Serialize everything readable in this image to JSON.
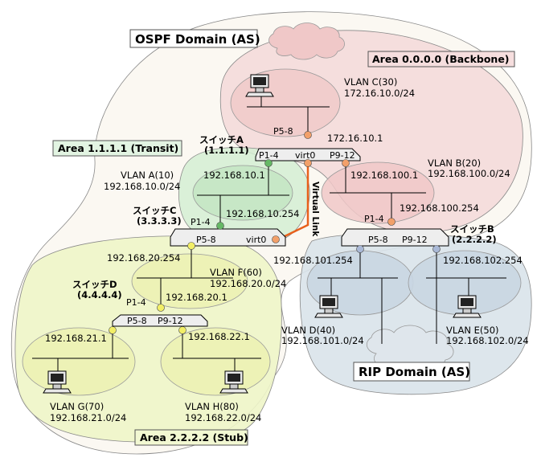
{
  "domains": {
    "ospf": "OSPF Domain (AS)",
    "rip": "RIP Domain (AS)"
  },
  "areas": {
    "backbone": "Area 0.0.0.0 (Backbone)",
    "transit": "Area 1.1.1.1 (Transit)",
    "stub": "Area 2.2.2.2 (Stub)"
  },
  "switches": {
    "a": {
      "name": "スイッチA",
      "id": "(1.1.1.1)",
      "ports": [
        "P1-4",
        "virt0",
        "P9-12"
      ]
    },
    "b": {
      "name": "スイッチB",
      "id": "(2.2.2.2)",
      "ports": [
        "P1-4",
        "P5-8",
        "P9-12"
      ]
    },
    "c": {
      "name": "スイッチC",
      "id": "(3.3.3.3)",
      "ports": [
        "P1-4",
        "P5-8",
        "virt0"
      ]
    },
    "d": {
      "name": "スイッチD",
      "id": "(4.4.4.4)",
      "ports": [
        "P1-4",
        "P5-8",
        "P9-12"
      ]
    }
  },
  "vlans": {
    "a": {
      "name": "VLAN A(10)",
      "net": "192.168.10.0/24"
    },
    "b": {
      "name": "VLAN B(20)",
      "net": "192.168.100.0/24"
    },
    "c": {
      "name": "VLAN C(30)",
      "net": "172.16.10.0/24"
    },
    "d": {
      "name": "VLAN D(40)",
      "net": "192.168.101.0/24"
    },
    "e": {
      "name": "VLAN E(50)",
      "net": "192.168.102.0/24"
    },
    "f": {
      "name": "VLAN F(60)",
      "net": "192.168.20.0/24"
    },
    "g": {
      "name": "VLAN G(70)",
      "net": "192.168.21.0/24"
    },
    "h": {
      "name": "VLAN H(80)",
      "net": "192.168.22.0/24"
    }
  },
  "ips": {
    "a_p58": "P5-8",
    "a_c": "172.16.10.1",
    "a_a": "192.168.10.1",
    "a_b": "192.168.100.1",
    "b_b": "192.168.100.254",
    "c_a": "192.168.10.254",
    "c_f": "192.168.20.254",
    "d_f": "192.168.20.1",
    "b_d": "192.168.101.254",
    "b_e": "192.168.102.254",
    "d_g": "192.168.21.1",
    "d_h": "192.168.22.1"
  },
  "virtual_link": "Virtual Link",
  "colors": {
    "backbone": "#f3d6d6",
    "transit": "#d4eed4",
    "stub": "#eef5c8",
    "rip": "#d9e3ea",
    "orange_port": "#f2a06a",
    "green_port": "#66b866",
    "yellow_port": "#f2ee66",
    "blue_port": "#a9b8d6",
    "virtual_link_line": "#e8601c"
  }
}
